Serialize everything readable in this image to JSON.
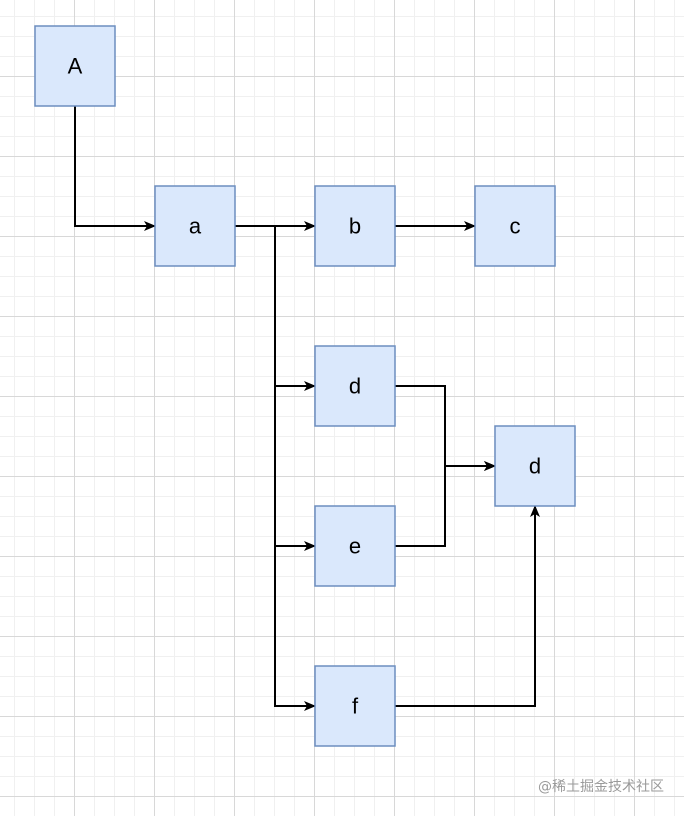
{
  "diagram": {
    "nodes": [
      {
        "id": "A",
        "label": "A"
      },
      {
        "id": "a",
        "label": "a"
      },
      {
        "id": "b",
        "label": "b"
      },
      {
        "id": "c",
        "label": "c"
      },
      {
        "id": "d1",
        "label": "d"
      },
      {
        "id": "e",
        "label": "e"
      },
      {
        "id": "f",
        "label": "f"
      },
      {
        "id": "d2",
        "label": "d"
      }
    ],
    "edges": [
      {
        "from": "A",
        "to": "a"
      },
      {
        "from": "a",
        "to": "b"
      },
      {
        "from": "b",
        "to": "c"
      },
      {
        "from": "a",
        "to": "d1"
      },
      {
        "from": "a",
        "to": "e"
      },
      {
        "from": "a",
        "to": "f"
      },
      {
        "from": "d1",
        "to": "d2"
      },
      {
        "from": "e",
        "to": "d2"
      },
      {
        "from": "f",
        "to": "d2"
      }
    ]
  },
  "colors": {
    "node_fill": "#dae8fc",
    "node_stroke": "#6c8ebf",
    "edge": "#000000"
  },
  "watermark": "@稀土掘金技术社区"
}
